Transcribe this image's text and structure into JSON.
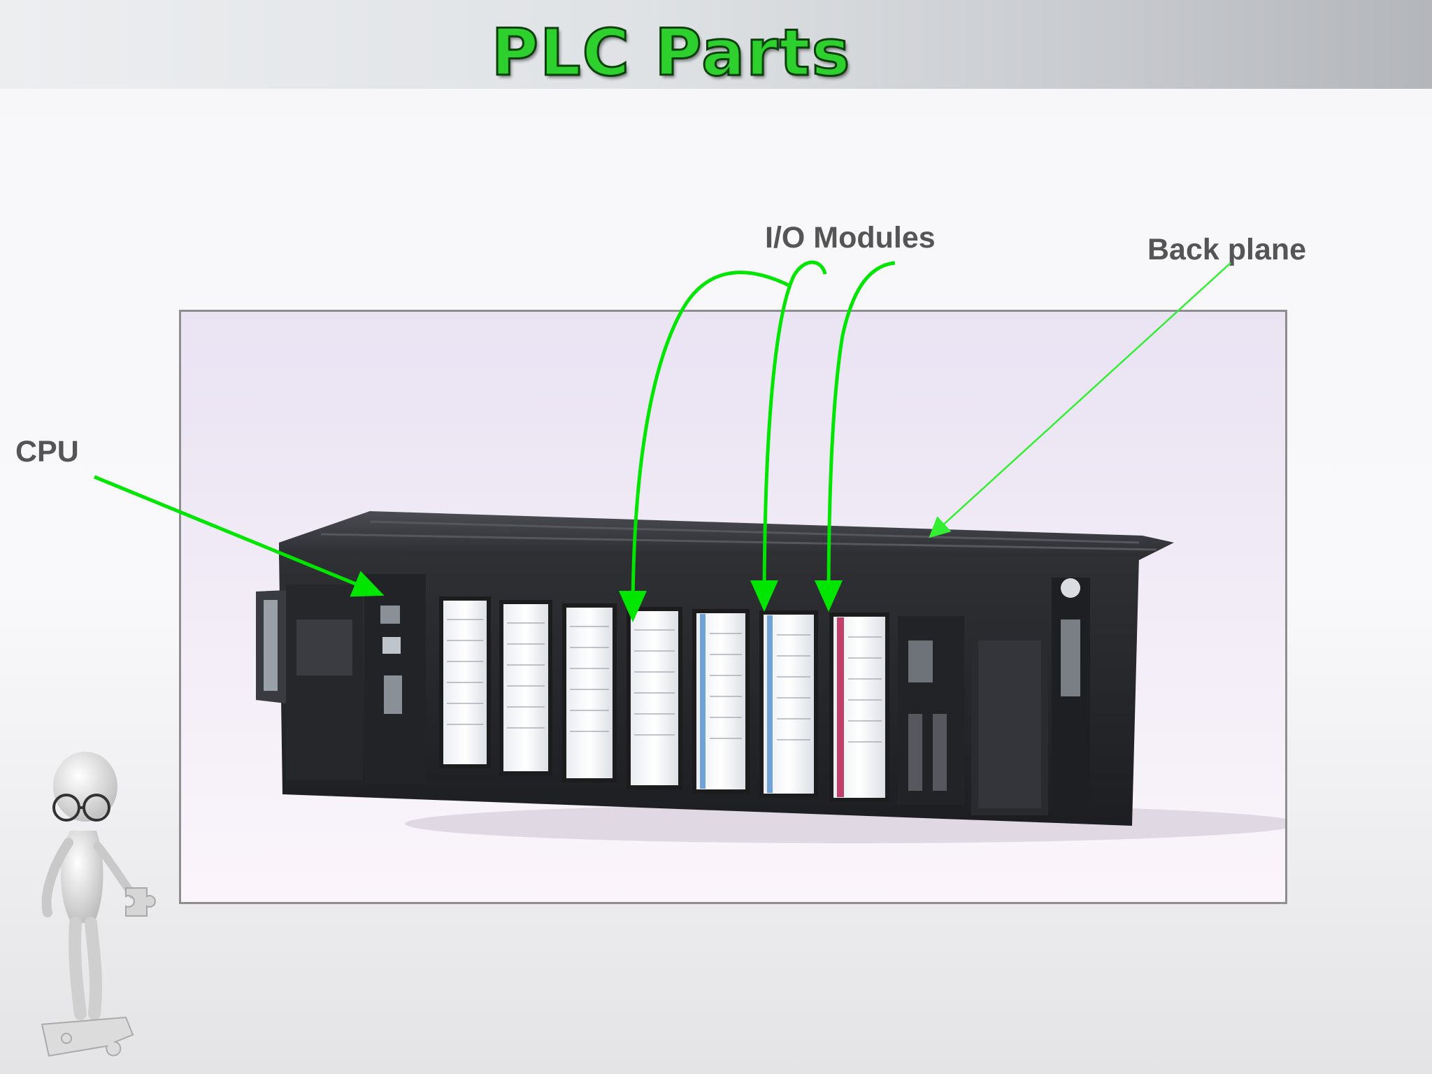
{
  "slide": {
    "title": "PLC Parts"
  },
  "labels": {
    "cpu": "CPU",
    "io_modules": "I/O Modules",
    "back_plane": "Back plane"
  },
  "colors": {
    "title_fill": "#2ed02e",
    "title_outline": "#0b3f0b",
    "arrow": "#00e600",
    "label_text": "#555555"
  },
  "photo": {
    "subject": "PLC rack with CPU, I/O modules and back plane"
  },
  "decoration": {
    "figure_icon": "3d-person-with-puzzle-piece-icon"
  }
}
